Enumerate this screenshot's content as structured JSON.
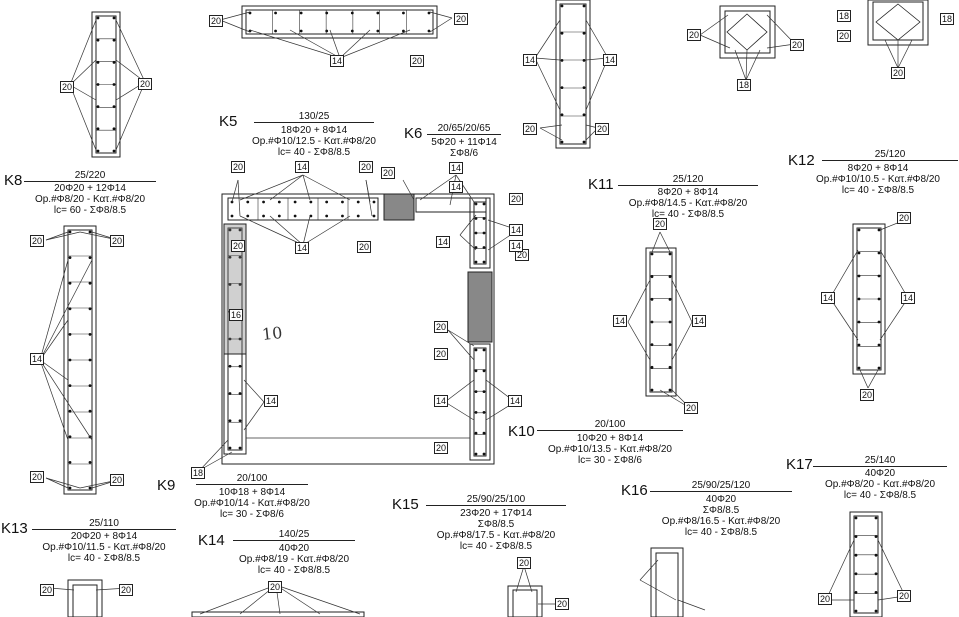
{
  "columns": [
    {
      "id": "K5",
      "dims": "130/25",
      "lines": [
        "18Φ20 + 8Φ14",
        "Op.#Φ10/12.5 - Κατ.#Φ8/20",
        "lc= 40 - ΣΦ8/8.5"
      ]
    },
    {
      "id": "K6",
      "dims": "20/65/20/65",
      "lines": [
        "5Φ20 + 11Φ14",
        "ΣΦ8/6"
      ]
    },
    {
      "id": "K8",
      "dims": "25/220",
      "lines": [
        "20Φ20 + 12Φ14",
        "Op.#Φ8/20 - Κατ.#Φ8/20",
        "lc= 60 - ΣΦ8/8.5"
      ]
    },
    {
      "id": "K9",
      "dims": "20/100",
      "lines": [
        "10Φ18 + 8Φ14",
        "Op.#Φ10/14 - Κατ.#Φ8/20",
        "lc= 30 - ΣΦ8/6"
      ]
    },
    {
      "id": "K10",
      "dims": "20/100",
      "lines": [
        "10Φ20 + 8Φ14",
        "Op.#Φ10/13.5 - Κατ.#Φ8/20",
        "lc= 30 - ΣΦ8/6"
      ]
    },
    {
      "id": "K11",
      "dims": "25/120",
      "lines": [
        "8Φ20 + 8Φ14",
        "Op.#Φ8/14.5 - Κατ.#Φ8/20",
        "lc= 40 - ΣΦ8/8.5"
      ]
    },
    {
      "id": "K12",
      "dims": "25/120",
      "lines": [
        "8Φ20 + 8Φ14",
        "Op.#Φ10/10.5 - Κατ.#Φ8/20",
        "lc= 40 - ΣΦ8/8.5"
      ]
    },
    {
      "id": "K13",
      "dims": "25/110",
      "lines": [
        "20Φ20 + 8Φ14",
        "Op.#Φ10/11.5 - Κατ.#Φ8/20",
        "lc= 40 - ΣΦ8/8.5"
      ]
    },
    {
      "id": "K14",
      "dims": "140/25",
      "lines": [
        "40Φ20",
        "Op.#Φ8/19 - Κατ.#Φ8/20",
        "lc= 40 - ΣΦ8/8.5"
      ]
    },
    {
      "id": "K15",
      "dims": "25/90/25/100",
      "lines": [
        "23Φ20 + 17Φ14",
        "ΣΦ8/8.5",
        "Op.#Φ8/17.5 - Κατ.#Φ8/20",
        "lc= 40 - ΣΦ8/8.5"
      ]
    },
    {
      "id": "K16",
      "dims": "25/90/25/120",
      "lines": [
        "40Φ20",
        "ΣΦ8/8.5",
        "Op.#Φ8/16.5 - Κατ.#Φ8/20",
        "lc= 40 - ΣΦ8/8.5"
      ]
    },
    {
      "id": "K17",
      "dims": "25/140",
      "lines": [
        "40Φ20",
        "Op.#Φ8/20 - Κατ.#Φ8/20",
        "lc= 40 - ΣΦ8/8.5"
      ]
    }
  ],
  "tags": {
    "d20": "20",
    "d14": "14",
    "d18": "18",
    "d16": "16"
  },
  "handwriting": "10"
}
